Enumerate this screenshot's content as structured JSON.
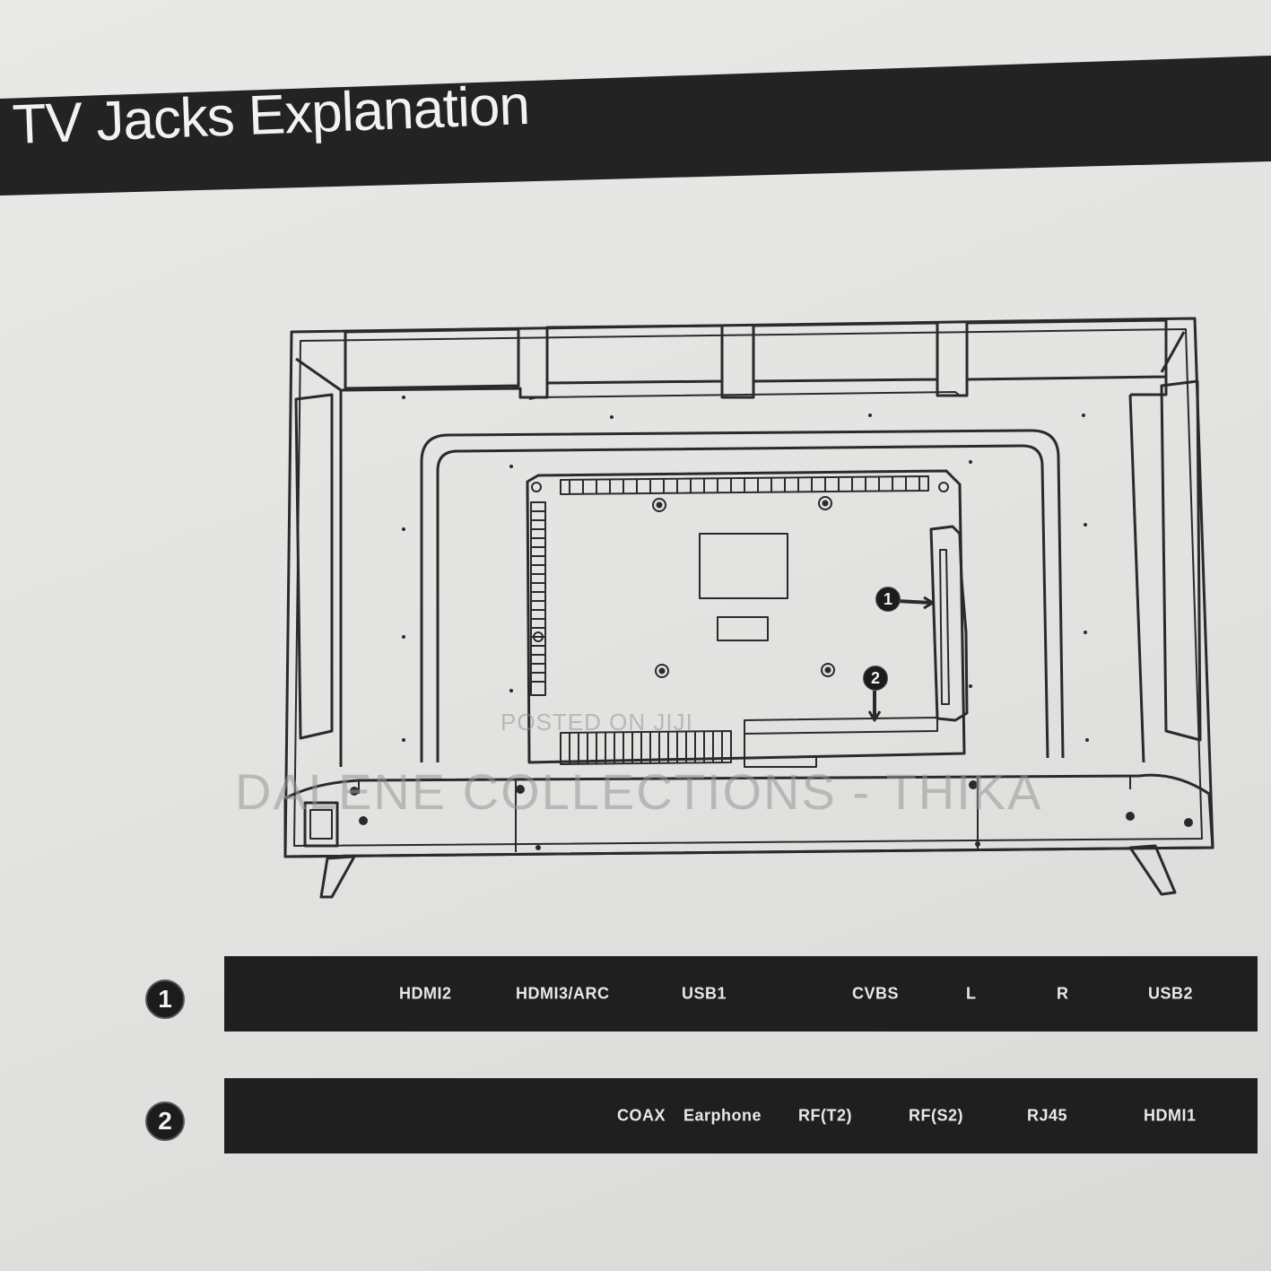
{
  "header": {
    "title": "TV Jacks Explanation"
  },
  "diagram": {
    "callouts": [
      "1",
      "2"
    ]
  },
  "jack_groups": [
    {
      "marker": "1",
      "labels": [
        "HDMI2",
        "HDMI3/ARC",
        "USB1",
        "CVBS",
        "L",
        "R",
        "USB2"
      ]
    },
    {
      "marker": "2",
      "labels": [
        "COAX",
        "Earphone",
        "RF(T2)",
        "RF(S2)",
        "RJ45",
        "HDMI1"
      ]
    }
  ],
  "watermark": {
    "line1": "POSTED ON JIJI",
    "line2": "DALENE COLLECTIONS - THIKA"
  },
  "colors": {
    "band": "#1f1f1f",
    "paper": "#e4e4e2",
    "ink": "#2a2a2a"
  }
}
